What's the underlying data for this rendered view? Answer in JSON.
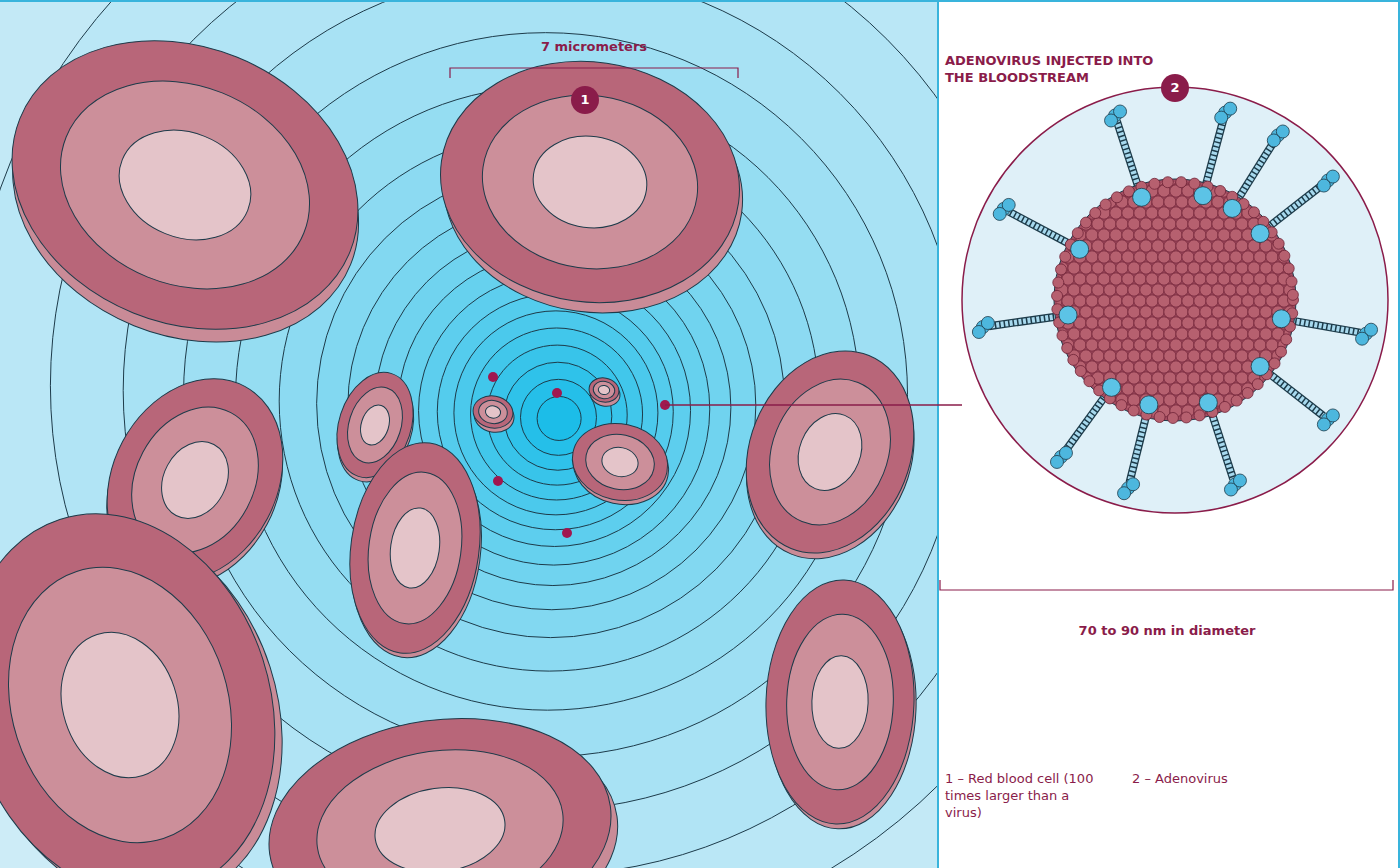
{
  "diagram": {
    "title": "ADENOVIRUS INJECTED INTO THE BLOODSTREAM",
    "labels": [
      "7 micrometers",
      "1",
      "2",
      "70 to 90 nm in diameter",
      "1 – Red blood cell (100 times larger than a virus)",
      "2 – Adenovirus"
    ]
  }
}
